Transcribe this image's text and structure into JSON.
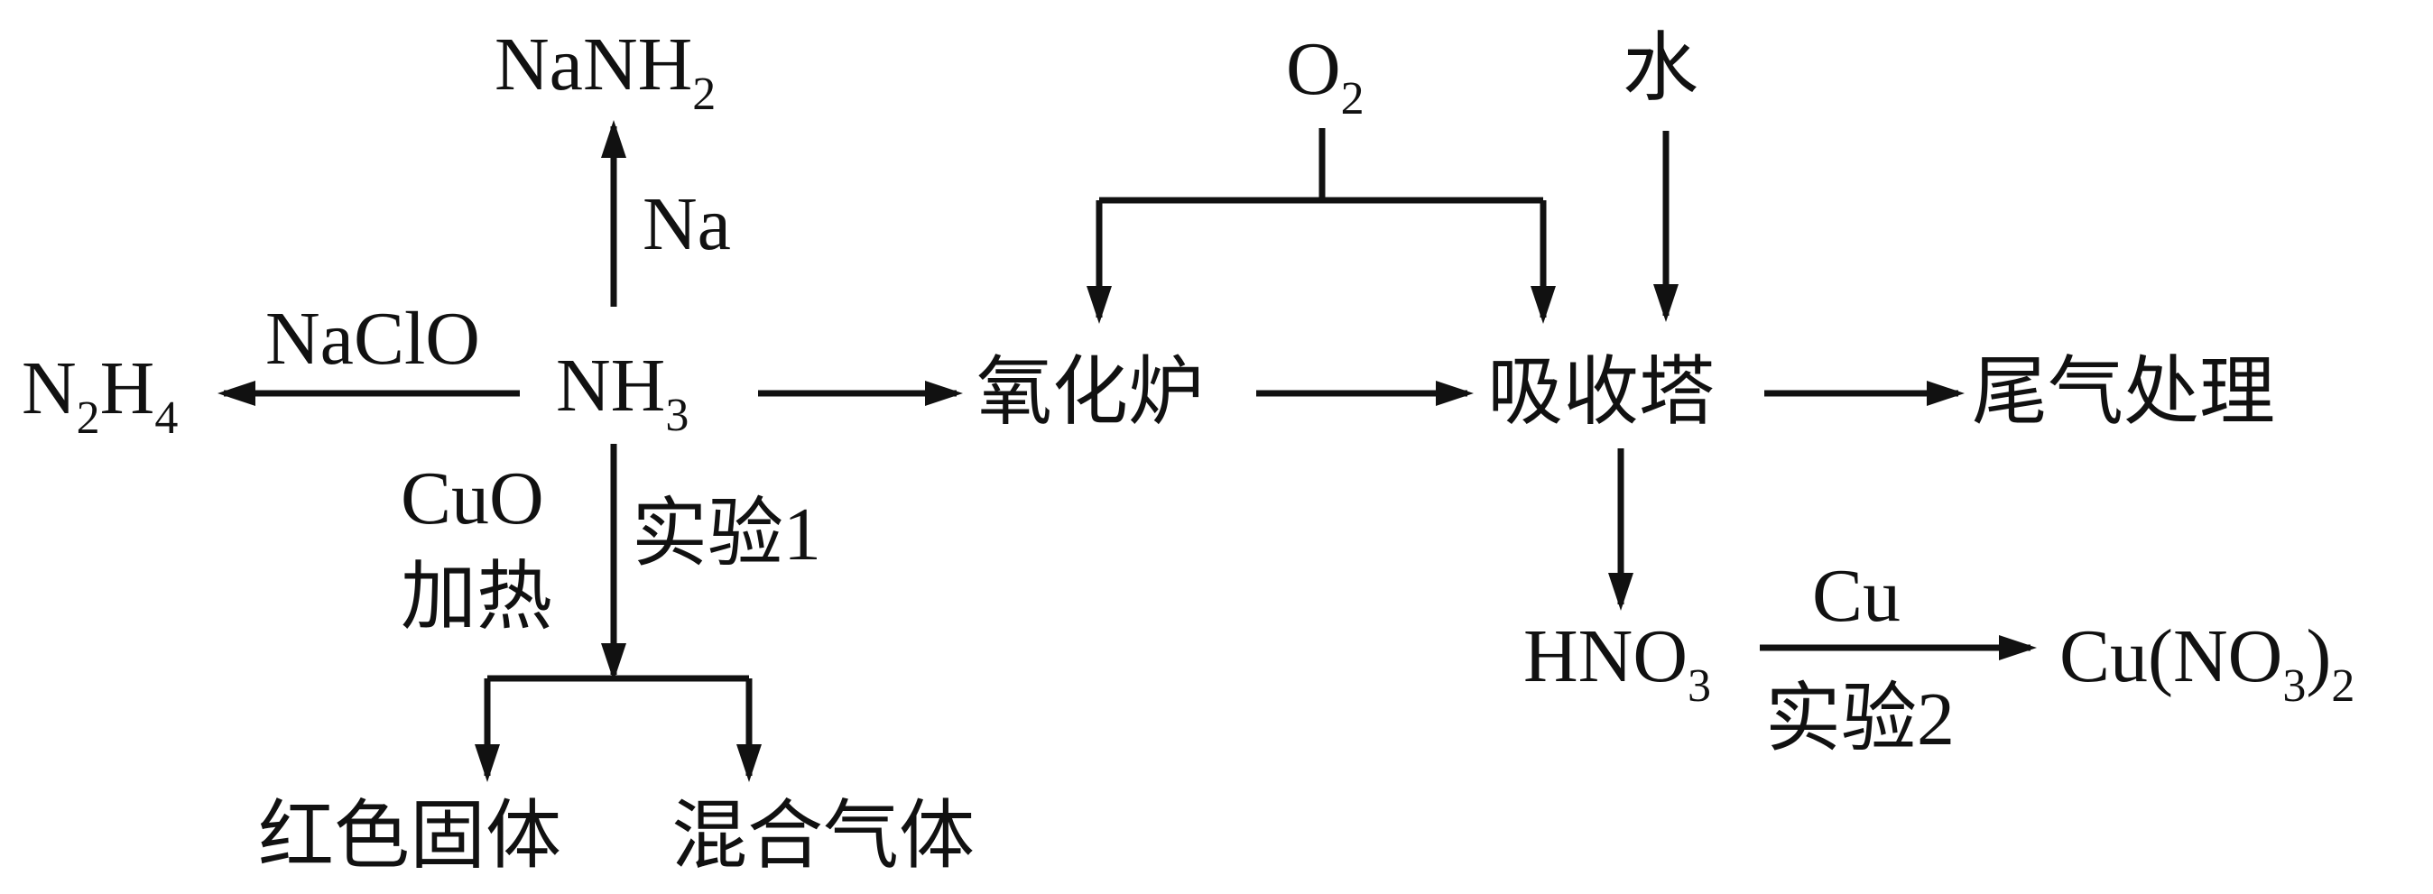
{
  "nodes": {
    "nh3": {
      "main": "NH",
      "sub": "3"
    },
    "nanh2": {
      "main": "NaNH",
      "sub": "2"
    },
    "n2h4": {
      "n": "N",
      "n_sub": "2",
      "h": "H",
      "h_sub": "4"
    },
    "oxidation_furnace": "氧化炉",
    "absorption_tower": "吸收塔",
    "tail_gas_treatment": "尾气处理",
    "hno3": {
      "main": "HNO",
      "sub": "3"
    },
    "cu_no3_2": {
      "main": "Cu(NO",
      "sub1": "3",
      "close": ")",
      "sub2": "2"
    },
    "red_solid": "红色固体",
    "mixed_gas": "混合气体"
  },
  "reagents": {
    "na": "Na",
    "naclo": "NaClO",
    "cuo": "CuO",
    "heating": "加热",
    "experiment1": "实验1",
    "o2": {
      "main": "O",
      "sub": "2"
    },
    "water": "水",
    "cu": "Cu",
    "experiment2": "实验2"
  },
  "colors": {
    "ink": "#111111",
    "background": "#ffffff"
  }
}
